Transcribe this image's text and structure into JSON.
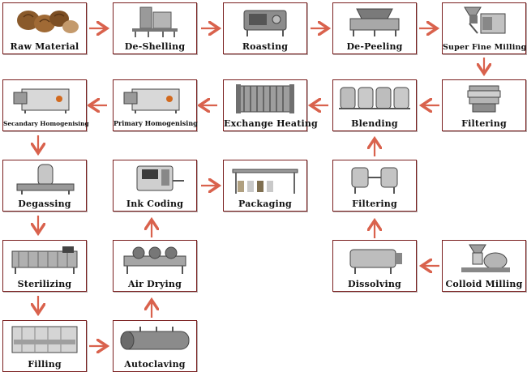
{
  "steps": {
    "raw_material": "Raw Material",
    "de_shelling": "De-Shelling",
    "roasting": "Roasting",
    "de_peeling": "De-Peeling",
    "super_fine_milling": "Super Fine Milling",
    "filtering_1": "Filtering",
    "blending": "Blending",
    "exchange_heating": "Exchange Heating",
    "primary_homogenising": "Primary Homogenising",
    "secondary_homogenising": "Secandary Homogenising",
    "degassing": "Degassing",
    "sterilizing": "Sterilizing",
    "filling": "Filling",
    "autoclaving": "Autoclaving",
    "air_drying": "Air Drying",
    "ink_coding": "Ink Coding",
    "packaging": "Packaging",
    "colloid_milling": "Colloid Milling",
    "dissolving": "Dissolving",
    "filtering_2": "Filtering"
  },
  "colors": {
    "border": "#7a1f1f",
    "arrow": "#d9624d"
  }
}
